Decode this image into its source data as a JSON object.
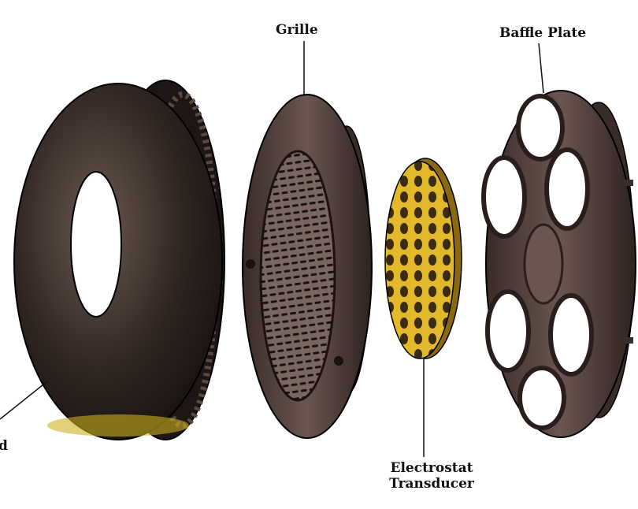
{
  "labels": {
    "ear_pad": "d",
    "grille": "Grille",
    "baffle_plate": "Baffle Plate",
    "transducer_line1": "Electrostat",
    "transducer_line2": "Transducer"
  },
  "colors": {
    "pad": "#2e2420",
    "metal": "#4a3a36",
    "gold": "#e2b92a",
    "line": "#111111"
  }
}
